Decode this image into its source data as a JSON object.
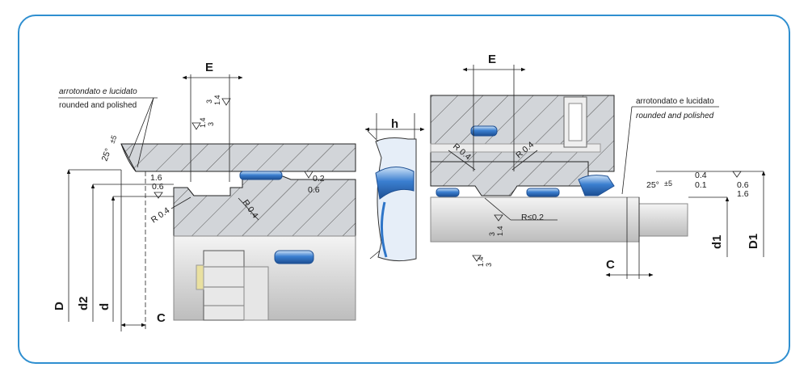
{
  "left": {
    "note_it": "arrotondato   e lucidato",
    "note_en": "rounded and polished",
    "E": "E",
    "angle": "25°",
    "angle_tol": "±5",
    "v16": "1.6",
    "v06": "0.6",
    "r1": "R 0.4",
    "r2": "R 0.4",
    "f02": "0.2",
    "f06": "0.6",
    "a14": "1.4",
    "a3": "3",
    "b3": "3",
    "b14": "1.4",
    "D": "D",
    "d2": "d2",
    "d": "d",
    "C": "C"
  },
  "mid": {
    "h": "h"
  },
  "right": {
    "note_it": "arrotondato e lucidato",
    "note_en": "rounded and polished",
    "E": "E",
    "r1": "R 0.4",
    "r2": "R 0.4",
    "rle": "R≤0.2",
    "angle": "25°",
    "angle_tol": "±5",
    "v04": "0.4",
    "v01": "0.1",
    "s06": "0.6",
    "s16": "1.6",
    "a3": "3",
    "a14": "1.4",
    "b14": "1.4",
    "b3": "3",
    "d1": "d1",
    "D1": "D1",
    "C": "C"
  },
  "colors": {
    "frame": "#2f8fd0",
    "seal": "#2e75c8",
    "hatch": "#cfd2d6"
  }
}
